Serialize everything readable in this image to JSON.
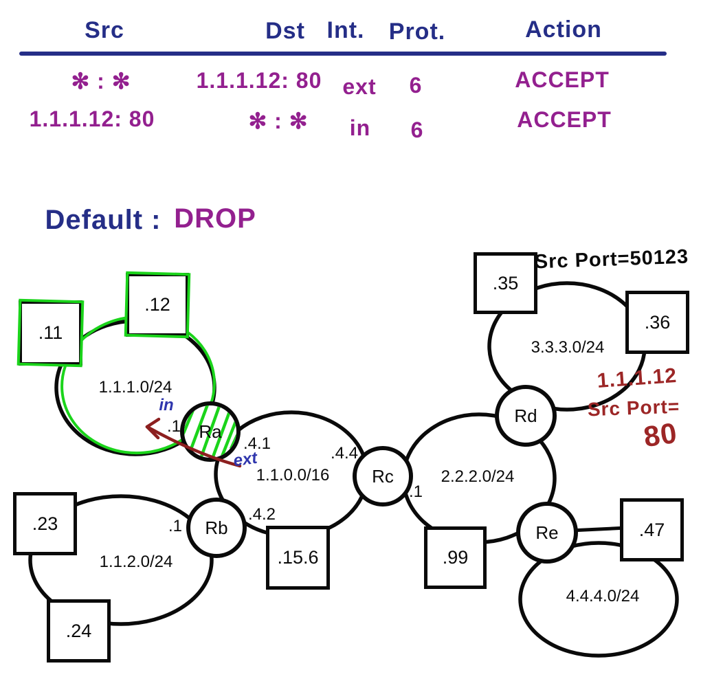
{
  "table": {
    "headers": {
      "src": "Src",
      "dst": "Dst",
      "int": "Int.",
      "prot": "Prot.",
      "action": "Action"
    },
    "rows": [
      {
        "src": "✻ : ✻",
        "dst": "1.1.1.12: 80",
        "int": "ext",
        "prot": "6",
        "action": "ACCEPT"
      },
      {
        "src": "1.1.1.12: 80",
        "dst": "✻ : ✻",
        "int": "in",
        "prot": "6",
        "action": "ACCEPT"
      }
    ],
    "default_policy": {
      "label": "Default :",
      "action": "DROP"
    }
  },
  "diagram": {
    "networks": {
      "n1110": "1.1.1.0/24",
      "n1100": "1.1.0.0/16",
      "n1120": "1.1.2.0/24",
      "n2220": "2.2.2.0/24",
      "n3330": "3.3.3.0/24",
      "n4440": "4.4.4.0/24"
    },
    "routers": {
      "ra": "Ra",
      "rb": "Rb",
      "rc": "Rc",
      "rd": "Rd",
      "re": "Re"
    },
    "hosts": {
      "h11": ".11",
      "h12": ".12",
      "h23": ".23",
      "h24": ".24",
      "h156": ".15.6",
      "h35": ".35",
      "h36": ".36",
      "h99": ".99",
      "h47": ".47"
    },
    "interfaces": {
      "ra_lan": ".1",
      "ra_lan_dir": "in",
      "ra_wan": ".4.1",
      "ra_wan_dir": "ext",
      "rb_lan": ".1",
      "rb_wan": ".4.2",
      "rc_left": ".4.4",
      "rc_right": ".1"
    },
    "annotations": {
      "client_src_port": "Src Port=50123",
      "nat_ip": "1.1.1.12",
      "nat_port_label": "Src Port=",
      "nat_port_value": "80"
    }
  },
  "colors": {
    "table_header_blue": "#252e87",
    "rule_purple": "#93208f",
    "direction_blue": "#2f36ad",
    "nat_red": "#9c2626",
    "highlight_green": "#1bd41b",
    "ink_black": "#0a0a0a"
  }
}
